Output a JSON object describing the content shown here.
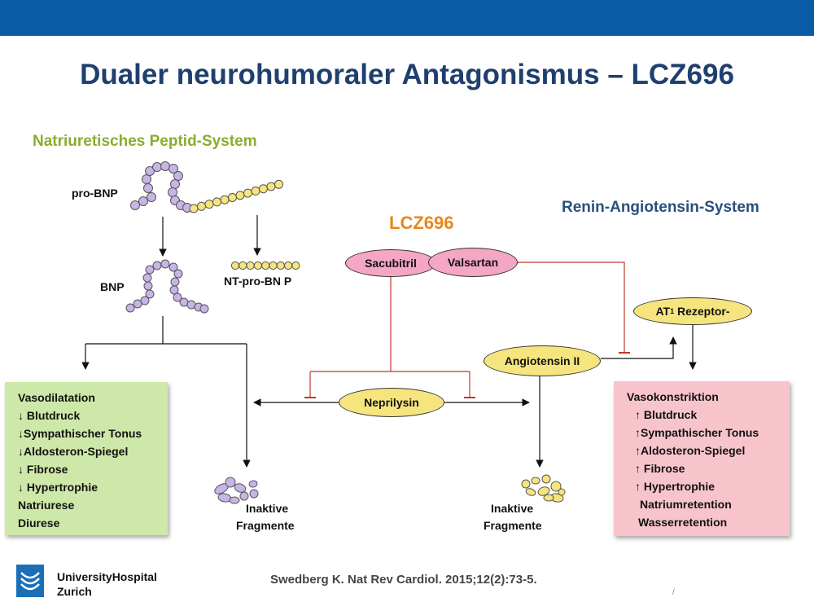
{
  "title": "Dualer neurohumoraler Antagonismus – LCZ696",
  "systems": {
    "natriuretic": "Natriuretisches Peptid-System",
    "raas": "Renin-Angiotensin-System",
    "drug": "LCZ696"
  },
  "labels": {
    "pro_bnp": "pro-BNP",
    "bnp": "BNP",
    "nt_pro_bnp": "NT-pro-BN P",
    "sacubitril": "Sacubitril",
    "valsartan": "Valsartan",
    "angiotensin": "Angiotensin II",
    "at1_prefix": "AT",
    "at1_sub": "1",
    "at1_suffix": " Rezeptor-",
    "neprilysin": "Neprilysin",
    "fragments_left_1": "Inaktive",
    "fragments_left_2": "Fragmente",
    "fragments_right_1": "Inaktive",
    "fragments_right_2": "Fragmente"
  },
  "green_box": [
    "Vasodilatation",
    "↓ Blutdruck",
    "↓Sympathischer Tonus",
    "↓Aldosteron-Spiegel",
    "↓ Fibrose",
    "↓ Hypertrophie",
    "Natriurese",
    "Diurese"
  ],
  "red_box": [
    "Vasokonstriktion",
    "↑ Blutdruck",
    "↑Sympathischer Tonus",
    "↑Aldosteron-Spiegel",
    "↑ Fibrose",
    "↑ Hypertrophie",
    "Natriumretention",
    "Wasserretention"
  ],
  "footer": {
    "institution_1": "UniversityHospital",
    "institution_2": "Zurich",
    "citation": "Swedberg K. Nat Rev Cardiol. 2015;12(2):73-5.",
    "page_mark": "/"
  },
  "colors": {
    "topbar": "#0a5ba6",
    "title": "#1f3f6e",
    "natriuretic": "#8aad2f",
    "raas": "#2b4f7c",
    "drug": "#e8861e",
    "inhibition": "#c0392b",
    "purple_bead": "#c8b4e6",
    "yellow_bead": "#f6e57e"
  }
}
